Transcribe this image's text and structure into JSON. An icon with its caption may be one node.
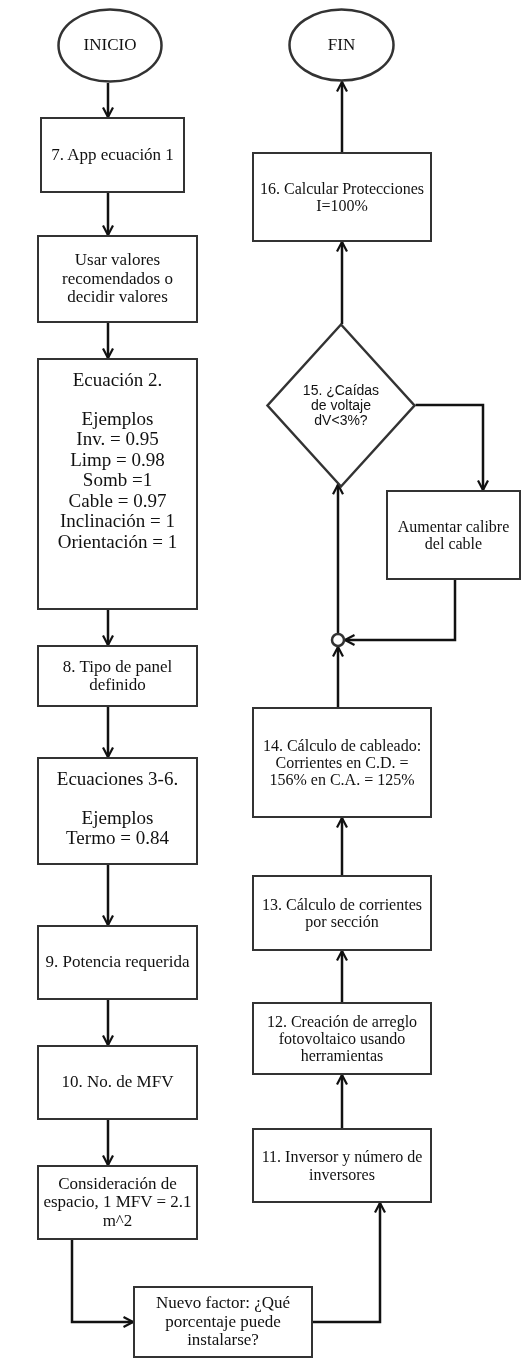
{
  "diagram": {
    "nodes": [
      {
        "text": [
          "INICIO"
        ]
      },
      {
        "text": [
          "7. App ecuación 1"
        ]
      },
      {
        "text": [
          "Usar valores recomendados o decidir valores"
        ]
      },
      {
        "text": [
          "Ecuación 2.",
          "Ejemplos",
          "Inv. = 0.95",
          "Limp = 0.98",
          "Somb =1",
          "Cable = 0.97",
          "Inclinación = 1",
          "Orientación = 1"
        ]
      },
      {
        "text": [
          "8. Tipo de panel definido"
        ]
      },
      {
        "text": [
          "Ecuaciones 3-6.",
          "Ejemplos",
          "Termo = 0.84"
        ]
      },
      {
        "text": [
          "9. Potencia requerida"
        ]
      },
      {
        "text": [
          "10. No. de MFV"
        ]
      },
      {
        "text": [
          "Consideración de espacio, 1 MFV = 2.1 m^2"
        ]
      },
      {
        "text": [
          "Nuevo factor: ¿Qué porcentaje puede instalarse?"
        ]
      },
      {
        "text": [
          "11. Inversor y número de inversores"
        ]
      },
      {
        "text": [
          "12. Creación de arreglo fotovoltaico usando herramientas"
        ]
      },
      {
        "text": [
          "13. Cálculo de corrientes por sección"
        ]
      },
      {
        "text": [
          "14. Cálculo de cableado: Corrientes en C.D. = 156% en C.A. = 125%"
        ]
      },
      {
        "text": [],
        "shape": "circle"
      },
      {
        "text": [
          "15. ¿Caídas de voltaje dV<3%?"
        ]
      },
      {
        "text": [
          "Aumentar calibre del cable"
        ]
      },
      {
        "text": [
          "16. Calcular Protecciones I=100%"
        ]
      },
      {
        "text": [
          "FIN"
        ]
      }
    ],
    "edges": [
      {
        "from": 0,
        "to": 1,
        "arrow": "to"
      },
      {
        "from": 1,
        "to": 2,
        "arrow": "to"
      },
      {
        "from": 2,
        "to": 3,
        "arrow": "to"
      },
      {
        "from": 3,
        "to": 4,
        "arrow": "to"
      },
      {
        "from": 4,
        "to": 5,
        "arrow": "to"
      },
      {
        "from": 5,
        "to": 6,
        "arrow": "to"
      },
      {
        "from": 6,
        "to": 7,
        "arrow": "to"
      },
      {
        "from": 7,
        "to": 8,
        "arrow": "to"
      },
      {
        "from": 8,
        "to": 9,
        "arrow": "to"
      },
      {
        "from": 9,
        "to": 10,
        "arrow": "to"
      },
      {
        "from": 10,
        "to": 11,
        "arrow": "to"
      },
      {
        "from": 11,
        "to": 12,
        "arrow": "to"
      },
      {
        "from": 12,
        "to": 13,
        "arrow": "to"
      },
      {
        "from": 13,
        "to": 14,
        "arrow": "to"
      },
      {
        "from": 14,
        "to": 15,
        "arrow": "to"
      },
      {
        "from": 15,
        "to": 16,
        "arrow": "to"
      },
      {
        "from": 16,
        "to": 14,
        "arrow": "to"
      },
      {
        "from": 15,
        "to": 17,
        "arrow": "to"
      },
      {
        "from": 17,
        "to": 18,
        "arrow": "to"
      }
    ]
  }
}
